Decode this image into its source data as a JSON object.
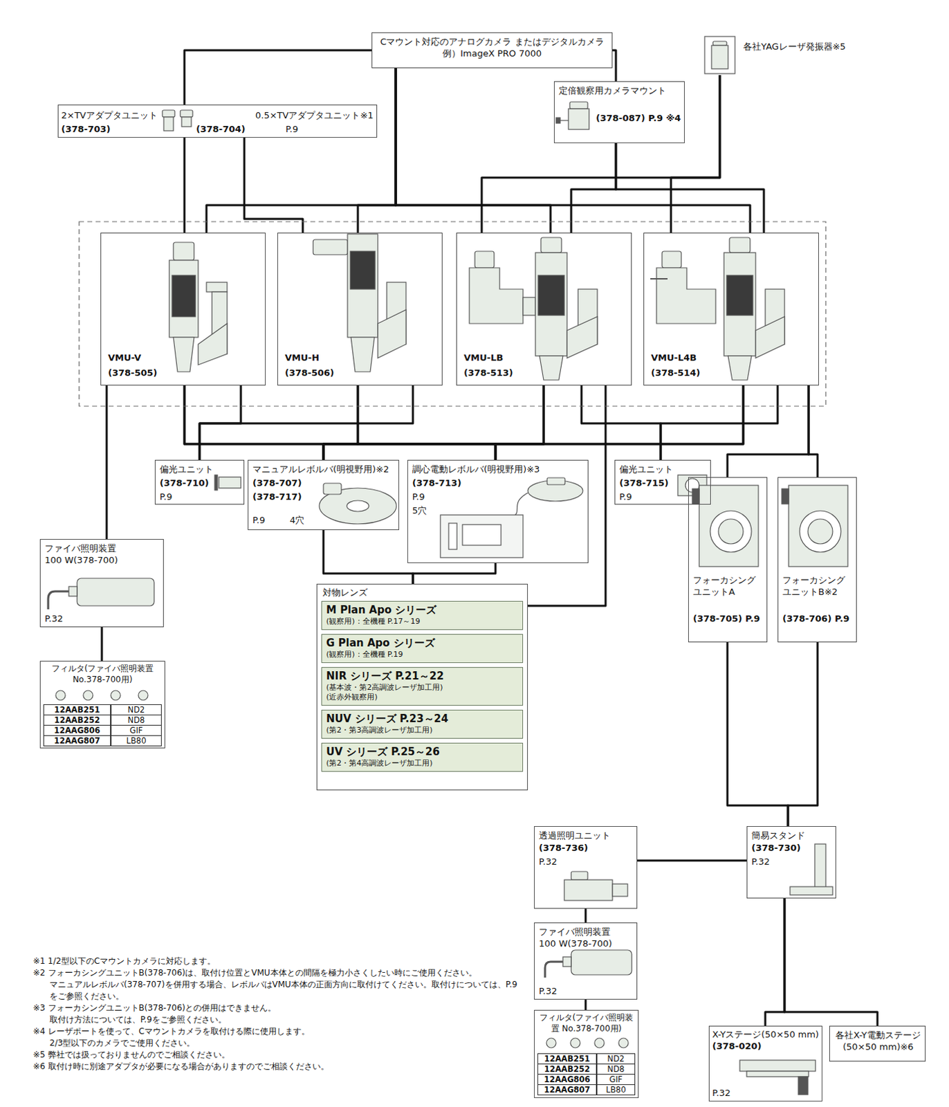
{
  "diagram": {
    "nodes": [
      {
        "text": [
          "Cマウント対応のアナログカメラ またはデジタルカメラ",
          "例）ImageX PRO 7000"
        ]
      },
      {
        "text": [
          "2×TVアダプタユニット",
          "(378-703)",
          "0.5×TVアダプタユニット※1",
          "(378-704)",
          "P.9"
        ]
      },
      {
        "text": [
          "定倍観察用カメラマウント",
          "(378-087) P.9 ※4"
        ]
      },
      {
        "text": [
          "各社YAGレーザ発振器※5"
        ]
      },
      {
        "text": [
          "VMU-V",
          "(378-505)"
        ]
      },
      {
        "text": [
          "VMU-H",
          "(378-506)"
        ]
      },
      {
        "text": [
          "VMU-LB",
          "(378-513)"
        ]
      },
      {
        "text": [
          "VMU-L4B",
          "(378-514)"
        ]
      },
      {
        "text": [
          "偏光ユニット",
          "(378-710)",
          "P.9"
        ]
      },
      {
        "text": [
          "マニュアルレボルバ(明視野用)※2",
          "(378-707)",
          "(378-717)",
          "P.9",
          "4穴"
        ]
      },
      {
        "text": [
          "調心電動レボルバ(明視野用)※3",
          "(378-713)",
          "P.9",
          "5穴"
        ]
      },
      {
        "text": [
          "偏光ユニット",
          "(378-715)",
          "P.9"
        ]
      },
      {
        "text": [
          "ファイバ照明装置 100 W(378-700)",
          "P.32"
        ]
      },
      {
        "text": [
          "フィルタ(ファイバ照明装置 No.378-700用)",
          "12AAB251",
          "ND2",
          "12AAB252",
          "ND8",
          "12AAG806",
          "GIF",
          "12AAG807",
          "LB80"
        ]
      },
      {
        "text": [
          "対物レンズ"
        ]
      },
      {
        "text": [
          "M Plan Apo シリーズ",
          "(観察用)：全機種 P.17～19"
        ],
        "in": 14
      },
      {
        "text": [
          "G Plan Apo シリーズ",
          "(観察用)：全機種 P.19"
        ],
        "in": 14
      },
      {
        "text": [
          "NIR シリーズ P.21～22",
          "(基本波・第2高調波レーザ加工用)",
          "(近赤外観察用)"
        ],
        "in": 14
      },
      {
        "text": [
          "NUV シリーズ P.23～24",
          "(第2・第3高調波レーザ加工用)"
        ],
        "in": 14
      },
      {
        "text": [
          "UV シリーズ P.25～26",
          "(第2・第4高調波レーザ加工用)"
        ],
        "in": 14
      },
      {
        "text": [
          "フォーカシング ユニットA",
          "(378-705) P.9"
        ]
      },
      {
        "text": [
          "フォーカシング ユニットB※2",
          "(378-706) P.9"
        ]
      },
      {
        "text": [
          "透過照明ユニット",
          "(378-736)",
          "P.32"
        ]
      },
      {
        "text": [
          "簡易スタンド",
          "(378-730)",
          "P.32"
        ]
      },
      {
        "text": [
          "ファイバ照明装置 100 W(378-700)",
          "P.32"
        ]
      },
      {
        "text": [
          "フィルタ(ファイバ照明装置 No.378-700用)",
          "12AAB251",
          "ND2",
          "12AAB252",
          "ND8",
          "12AAG806",
          "GIF",
          "12AAG807",
          "LB80"
        ]
      },
      {
        "text": [
          "X-Yステージ(50×50 mm)",
          "(378-020)",
          "P.32"
        ]
      },
      {
        "text": [
          "各社X-Y電動ステージ (50×50 mm)※6"
        ]
      }
    ],
    "edges": [
      {
        "from": 0,
        "to": 1,
        "arrow": "none"
      },
      {
        "from": 0,
        "to": 2,
        "arrow": "none"
      },
      {
        "from": 0,
        "to": 4,
        "arrow": "none"
      },
      {
        "from": 0,
        "to": 5,
        "arrow": "none"
      },
      {
        "from": 0,
        "to": 6,
        "arrow": "none"
      },
      {
        "from": 0,
        "to": 7,
        "arrow": "none"
      },
      {
        "from": 1,
        "to": 4,
        "arrow": "none"
      },
      {
        "from": 1,
        "to": 5,
        "arrow": "none"
      },
      {
        "from": 2,
        "to": 6,
        "arrow": "none"
      },
      {
        "from": 2,
        "to": 7,
        "arrow": "none"
      },
      {
        "from": 3,
        "to": 6,
        "arrow": "none"
      },
      {
        "from": 3,
        "to": 7,
        "arrow": "none"
      },
      {
        "from": 4,
        "to": 12,
        "arrow": "none"
      },
      {
        "from": 4,
        "to": 8,
        "arrow": "none"
      },
      {
        "from": 5,
        "to": 8,
        "arrow": "none"
      },
      {
        "from": 4,
        "to": 9,
        "arrow": "none"
      },
      {
        "from": 5,
        "to": 9,
        "arrow": "none"
      },
      {
        "from": 6,
        "to": 9,
        "arrow": "none"
      },
      {
        "from": 7,
        "to": 9,
        "arrow": "none"
      },
      {
        "from": 4,
        "to": 10,
        "arrow": "none"
      },
      {
        "from": 5,
        "to": 10,
        "arrow": "none"
      },
      {
        "from": 6,
        "to": 10,
        "arrow": "none"
      },
      {
        "from": 7,
        "to": 10,
        "arrow": "none"
      },
      {
        "from": 6,
        "to": 11,
        "arrow": "none"
      },
      {
        "from": 7,
        "to": 11,
        "arrow": "none"
      },
      {
        "from": 9,
        "to": 14,
        "arrow": "none"
      },
      {
        "from": 10,
        "to": 14,
        "arrow": "none"
      },
      {
        "from": 6,
        "to": 14,
        "arrow": "none"
      },
      {
        "from": 7,
        "to": 20,
        "arrow": "none"
      },
      {
        "from": 7,
        "to": 21,
        "arrow": "none"
      },
      {
        "from": 20,
        "to": 23,
        "arrow": "none"
      },
      {
        "from": 21,
        "to": 23,
        "arrow": "none"
      },
      {
        "from": 22,
        "to": 23,
        "arrow": "none"
      },
      {
        "from": 22,
        "to": 24,
        "arrow": "none"
      },
      {
        "from": 24,
        "to": 25,
        "arrow": "none"
      },
      {
        "from": 12,
        "to": 13,
        "arrow": "none"
      },
      {
        "from": 23,
        "to": 26,
        "arrow": "none"
      },
      {
        "from": 23,
        "to": 27,
        "arrow": "none"
      }
    ],
    "labels": [
      "※1 1/2型以下のCマウントカメラに対応します。",
      "※2 フォーカシングユニットB(378-706)は、取付け位置とVMU本体との間隔を極力小さくしたい時にご使用ください。",
      "マニュアルレボルバ(378-707)を併用する場合、レボルバはVMU本体の正面方向に取付けてください。取付けについては、P.9をご参照ください。",
      "※3 フォーカシングユニットB(378-706)との併用はできません。",
      "取付け方法については、P.9をご参照ください。",
      "※4 レーザポートを使って、Cマウントカメラを取付ける際に使用します。",
      "2/3型以下のカメラでご使用ください。",
      "※5 弊社では扱っておりませんのでご相談ください。",
      "※6 取付け時に別途アダプタが必要になる場合がありますのでご相談ください。"
    ]
  }
}
